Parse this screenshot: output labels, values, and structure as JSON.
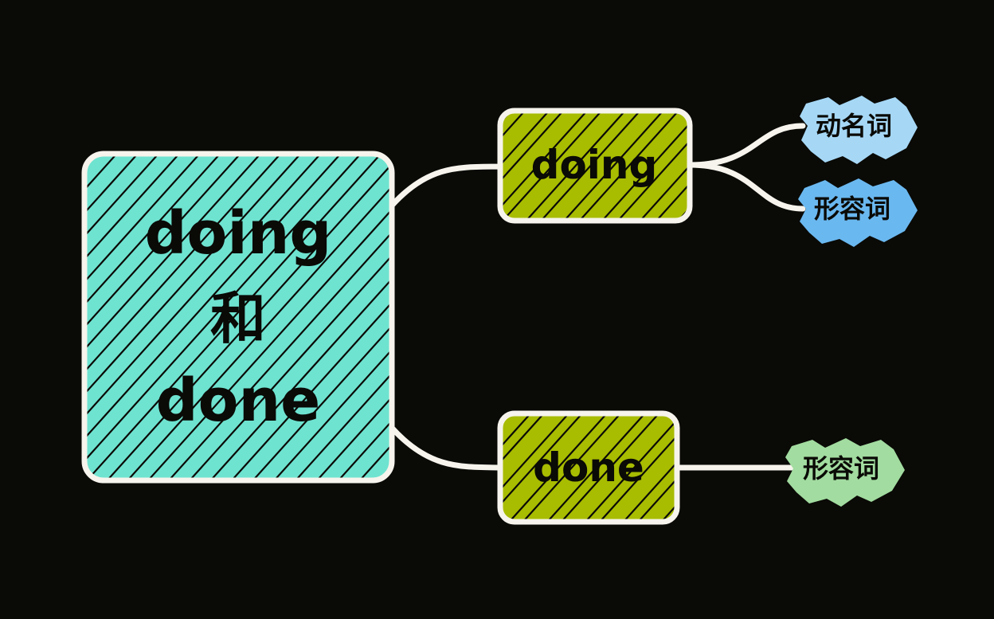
{
  "colors": {
    "background": "#0a0a06",
    "root_fill": "#6ee3d0",
    "branch_fill": "#a8bc00",
    "leaf_noun_fill": "#a6d8f6",
    "leaf_adj_blue_fill": "#6ab8f0",
    "leaf_adj_green_fill": "#a2dca0",
    "outline": "#f6f4ec"
  },
  "root": {
    "lines": [
      "doing",
      "和",
      "done"
    ]
  },
  "branches": [
    {
      "id": "doing",
      "label": "doing",
      "leaves": [
        {
          "id": "doing-gerund",
          "label": "动名词",
          "color_key": "leaf_noun_fill"
        },
        {
          "id": "doing-adjective",
          "label": "形容词",
          "color_key": "leaf_adj_blue_fill"
        }
      ]
    },
    {
      "id": "done",
      "label": "done",
      "leaves": [
        {
          "id": "done-adjective",
          "label": "形容词",
          "color_key": "leaf_adj_green_fill"
        }
      ]
    }
  ]
}
